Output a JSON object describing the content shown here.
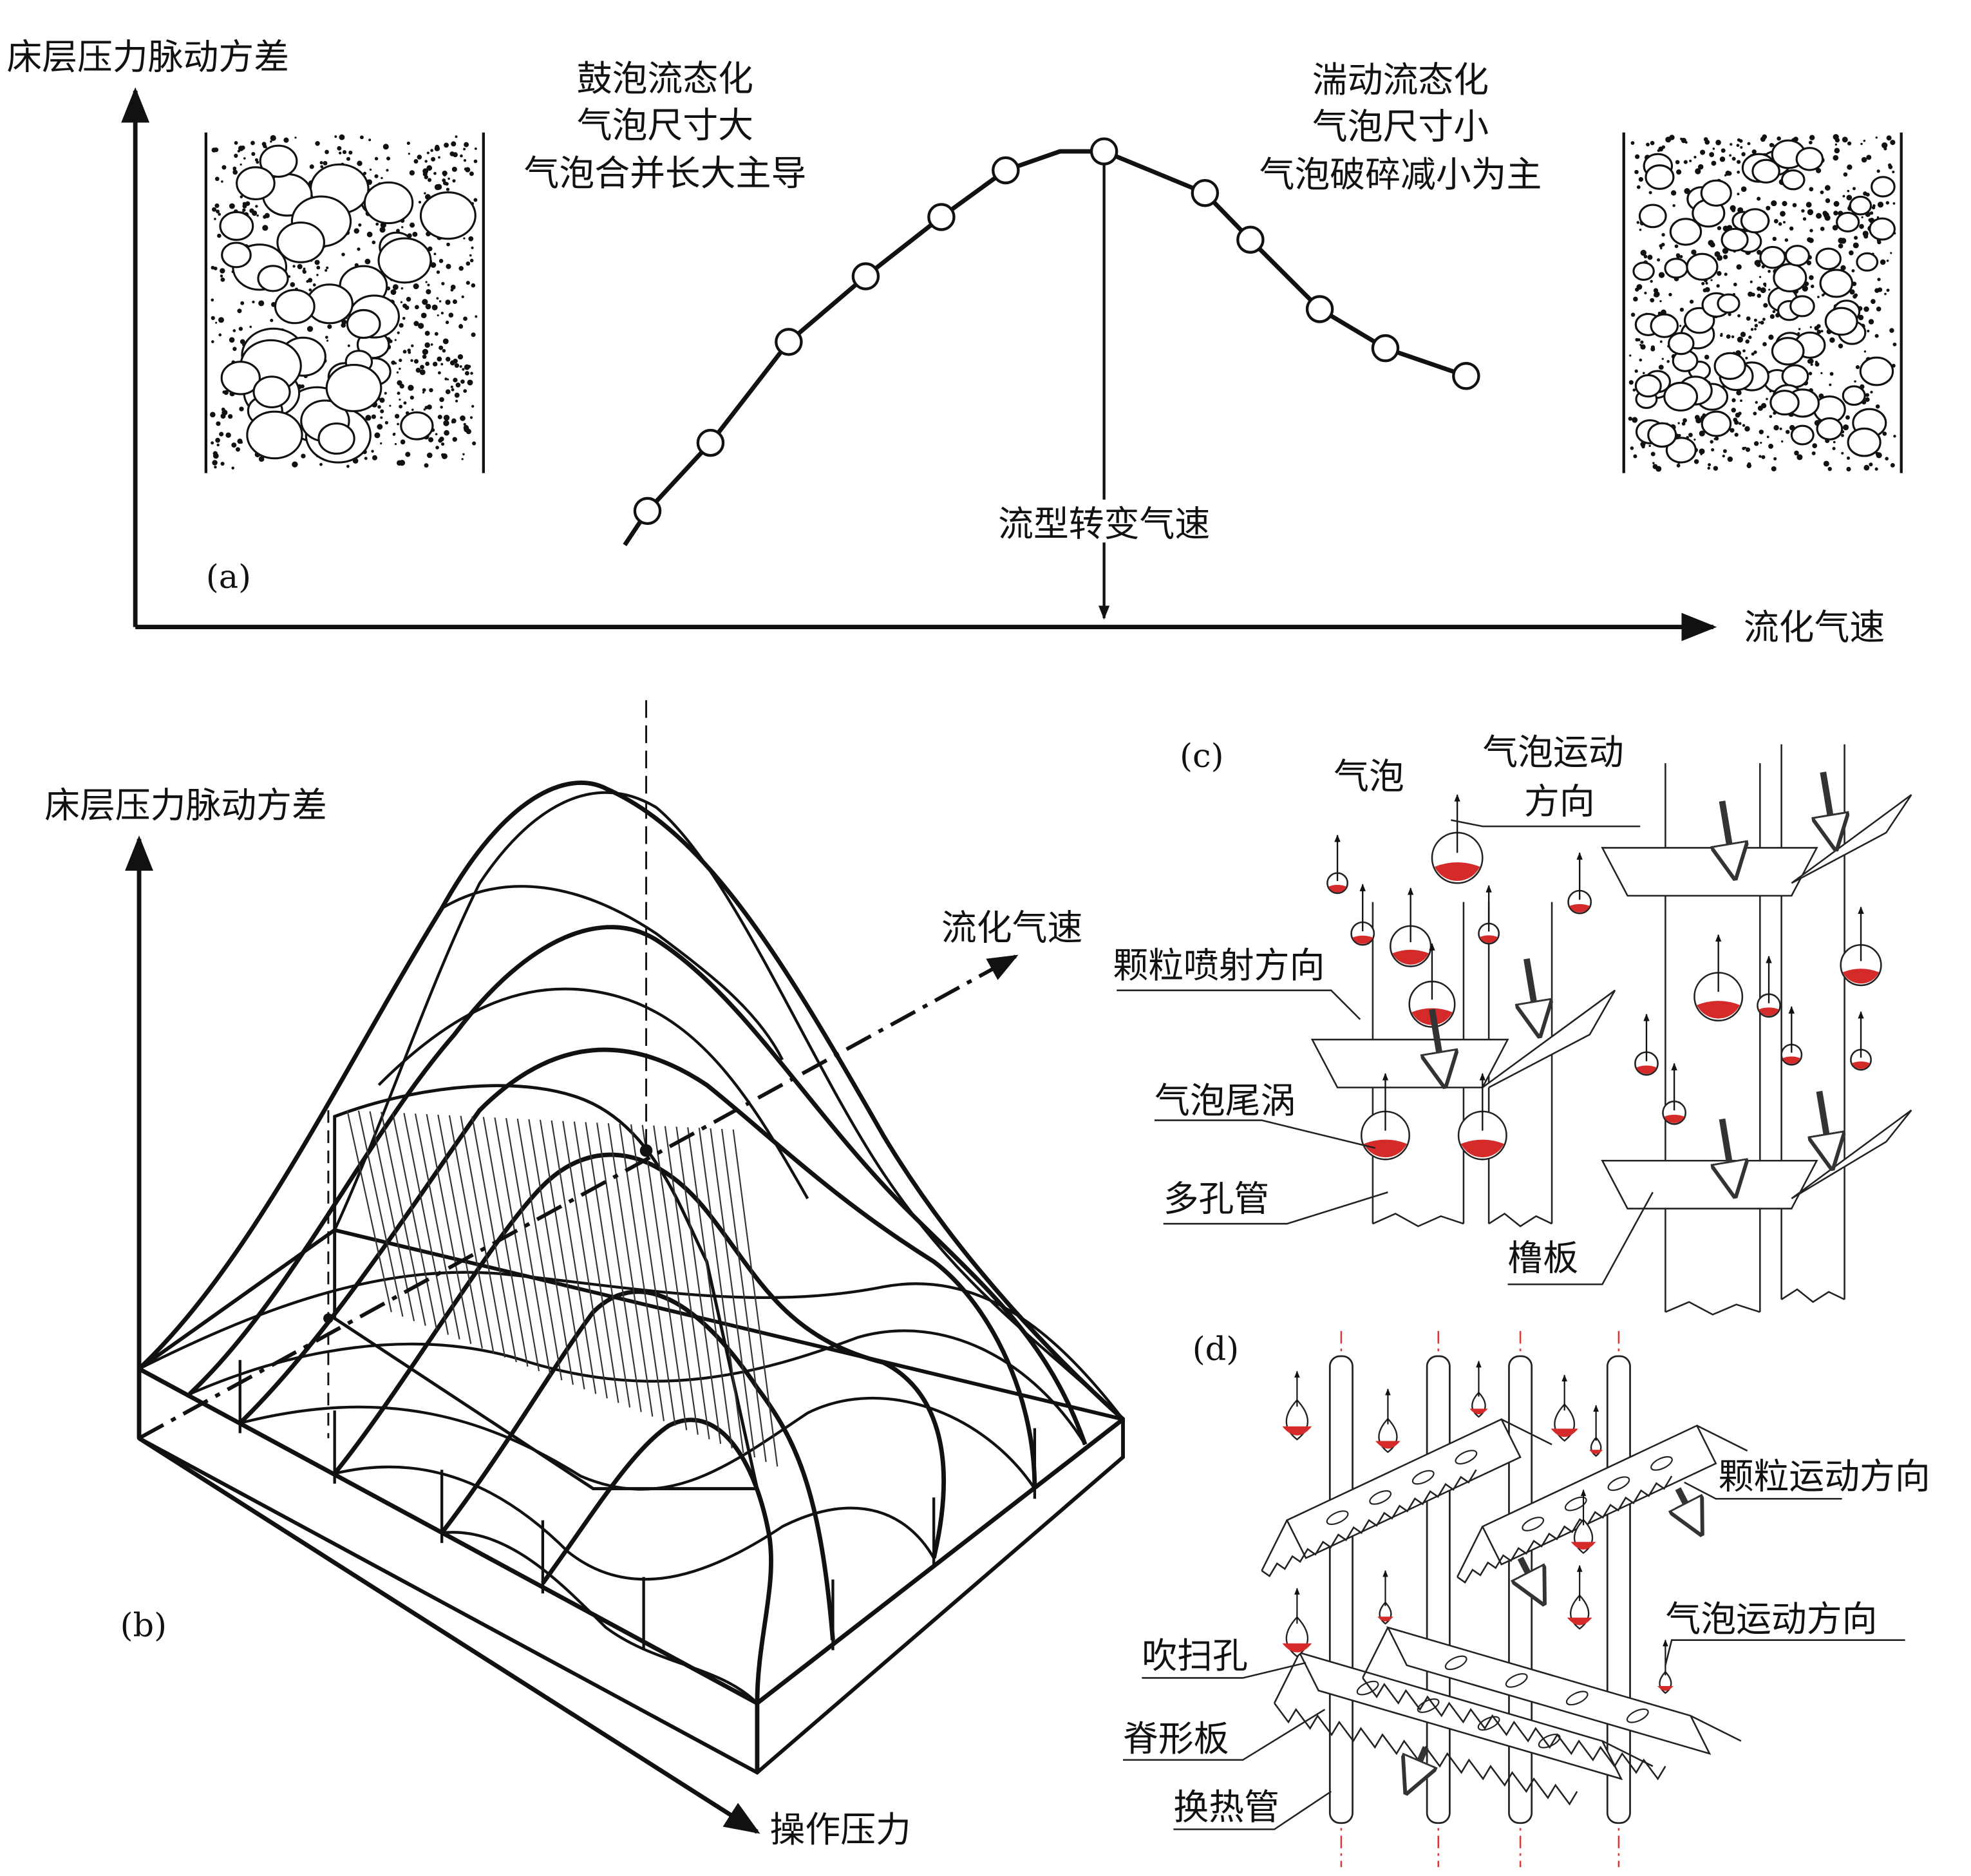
{
  "panel_a": {
    "tag": "(a)",
    "y_axis_label": "床层压力脉动方差",
    "x_axis_label": "流化气速",
    "left_regime": [
      "鼓泡流态化",
      "气泡尺寸大",
      "气泡合并长大主导"
    ],
    "right_regime": [
      "湍动流态化",
      "气泡尺寸小",
      "气泡破碎减小为主"
    ],
    "transition_label": "流型转变气速"
  },
  "panel_b": {
    "tag": "(b)",
    "z_axis_label": "床层压力脉动方差",
    "velocity_axis_label": "流化气速",
    "pressure_axis_label": "操作压力"
  },
  "panel_c": {
    "tag": "(c)",
    "labels": {
      "bubble": "气泡",
      "bubble_motion_1": "气泡运动",
      "bubble_motion_2": "方向",
      "particle_jet": "颗粒喷射方向",
      "bubble_wake": "气泡尾涡",
      "porous_tube": "多孔管",
      "baffle": "橹板"
    }
  },
  "panel_d": {
    "tag": "(d)",
    "labels": {
      "particle_motion": "颗粒运动方向",
      "bubble_motion": "气泡运动方向",
      "purge_hole": "吹扫孔",
      "ridge_plate": "脊形板",
      "heat_tube": "换热管"
    }
  },
  "colors": {
    "bubble_wake": "#d42a2a",
    "center_line": "#d43a3a",
    "ink": "#111111"
  }
}
